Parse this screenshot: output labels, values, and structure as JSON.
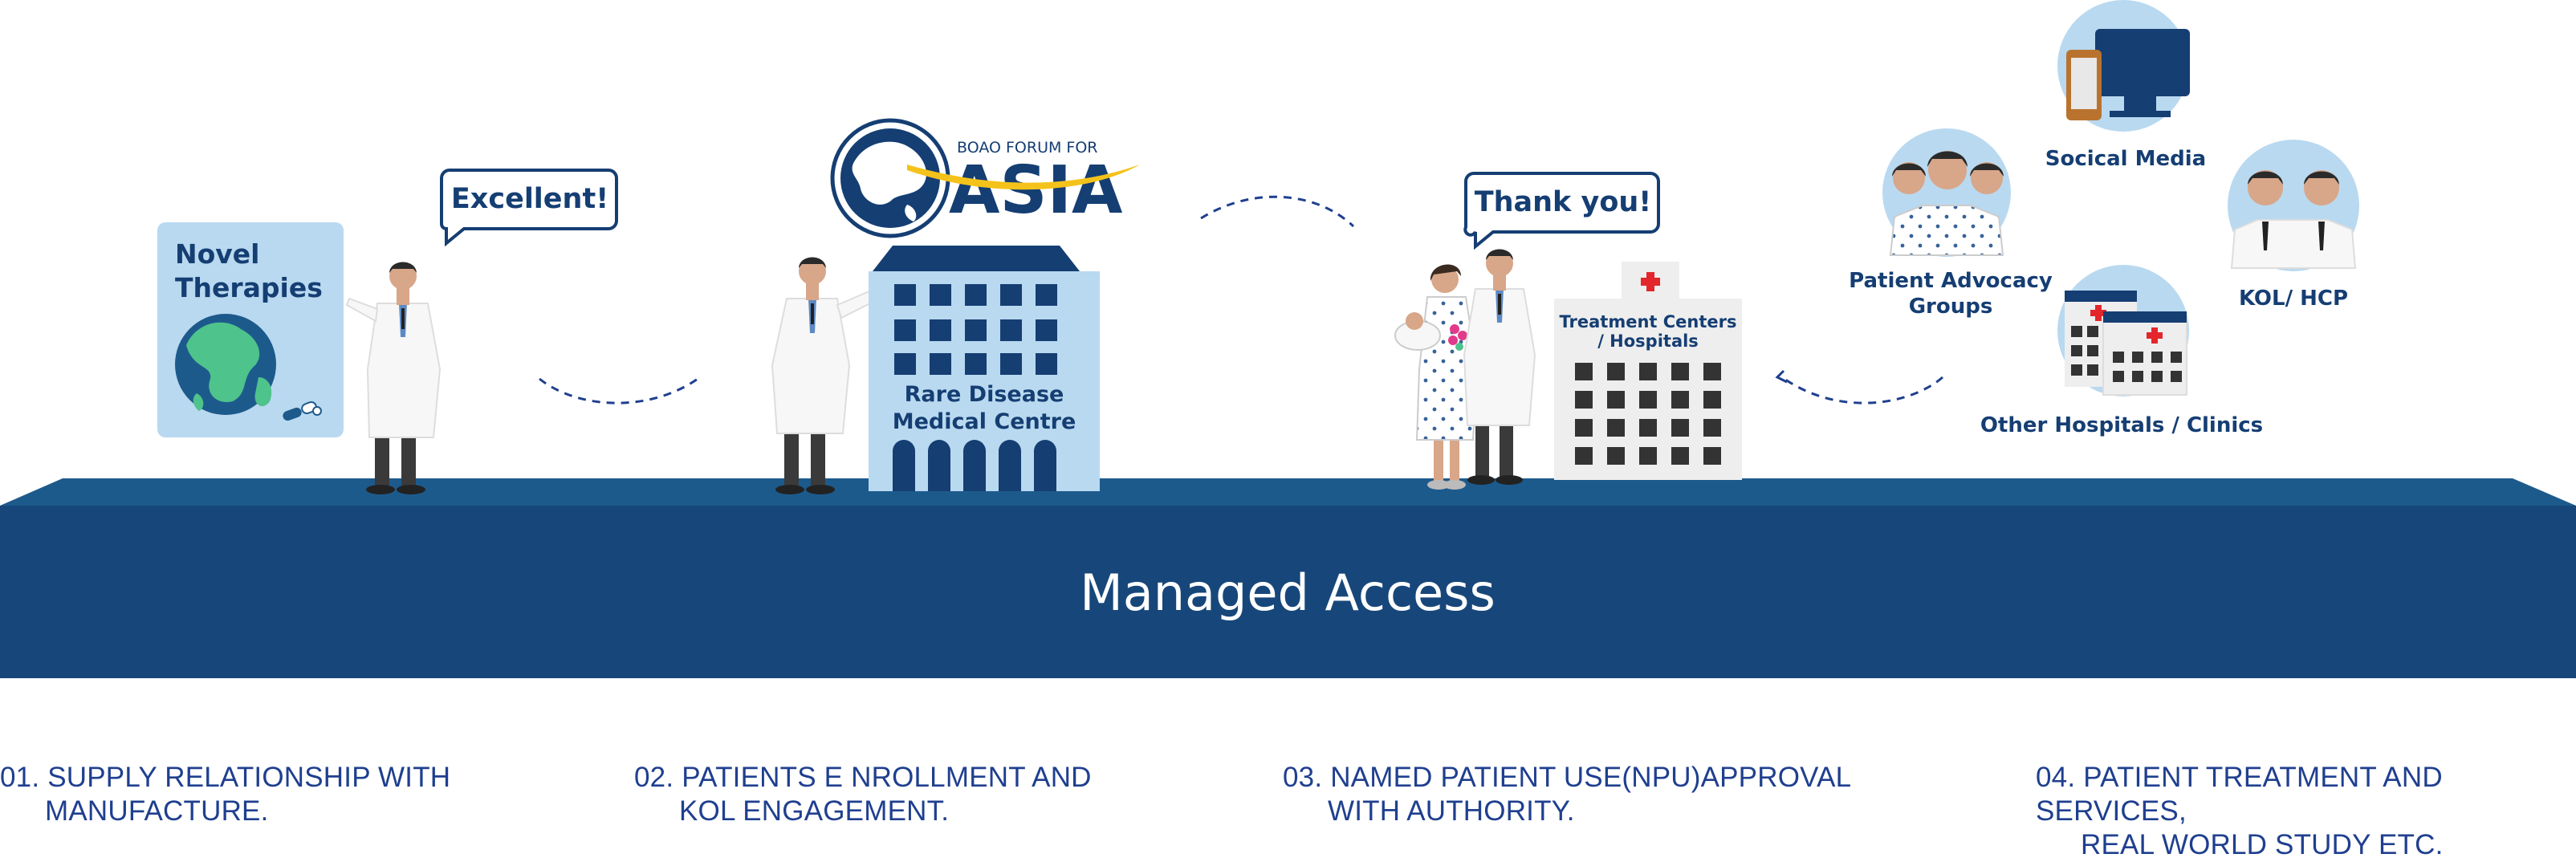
{
  "platform_label": "Managed Access",
  "bubbles": {
    "excellent": "Excellent!",
    "thank_you": "Thank you!"
  },
  "novel_therapies": {
    "line1": "Novel",
    "line2": "Therapies"
  },
  "boao_logo": {
    "small_text": "BOAO FORUM FOR",
    "big_text": "ASIA"
  },
  "rare_disease_centre": {
    "line1": "Rare Disease",
    "line2": "Medical Centre"
  },
  "treatment_centers": {
    "line1": "Treatment Centers",
    "line2": "/ Hospitals"
  },
  "network": {
    "social_media": "Socical Media",
    "patient_advocacy_line1": "Patient Advocacy",
    "patient_advocacy_line2": "Groups",
    "kol_hcp": "KOL/ HCP",
    "other_hospitals": "Other Hospitals / Clinics"
  },
  "steps": [
    {
      "num": "01.",
      "line1": "SUPPLY RELATIONSHIP WITH",
      "line2": "MANUFACTURE."
    },
    {
      "num": "02.",
      "line1": "PATIENTS E NROLLMENT AND",
      "line2": "KOL ENGAGEMENT."
    },
    {
      "num": "03.",
      "line1": "NAMED PATIENT USE(NPU)APPROVAL",
      "line2": "WITH AUTHORITY."
    },
    {
      "num": "04.",
      "line1": "PATIENT TREATMENT AND SERVICES,",
      "line2": "REAL WORLD STUDY ETC."
    }
  ],
  "colors": {
    "navy": "#17477a",
    "navy_top": "#1d5a8c",
    "text_dark_blue": "#1f3f8f",
    "light_blue": "#b9d9f0",
    "hospital_grey": "#eeeeee"
  }
}
